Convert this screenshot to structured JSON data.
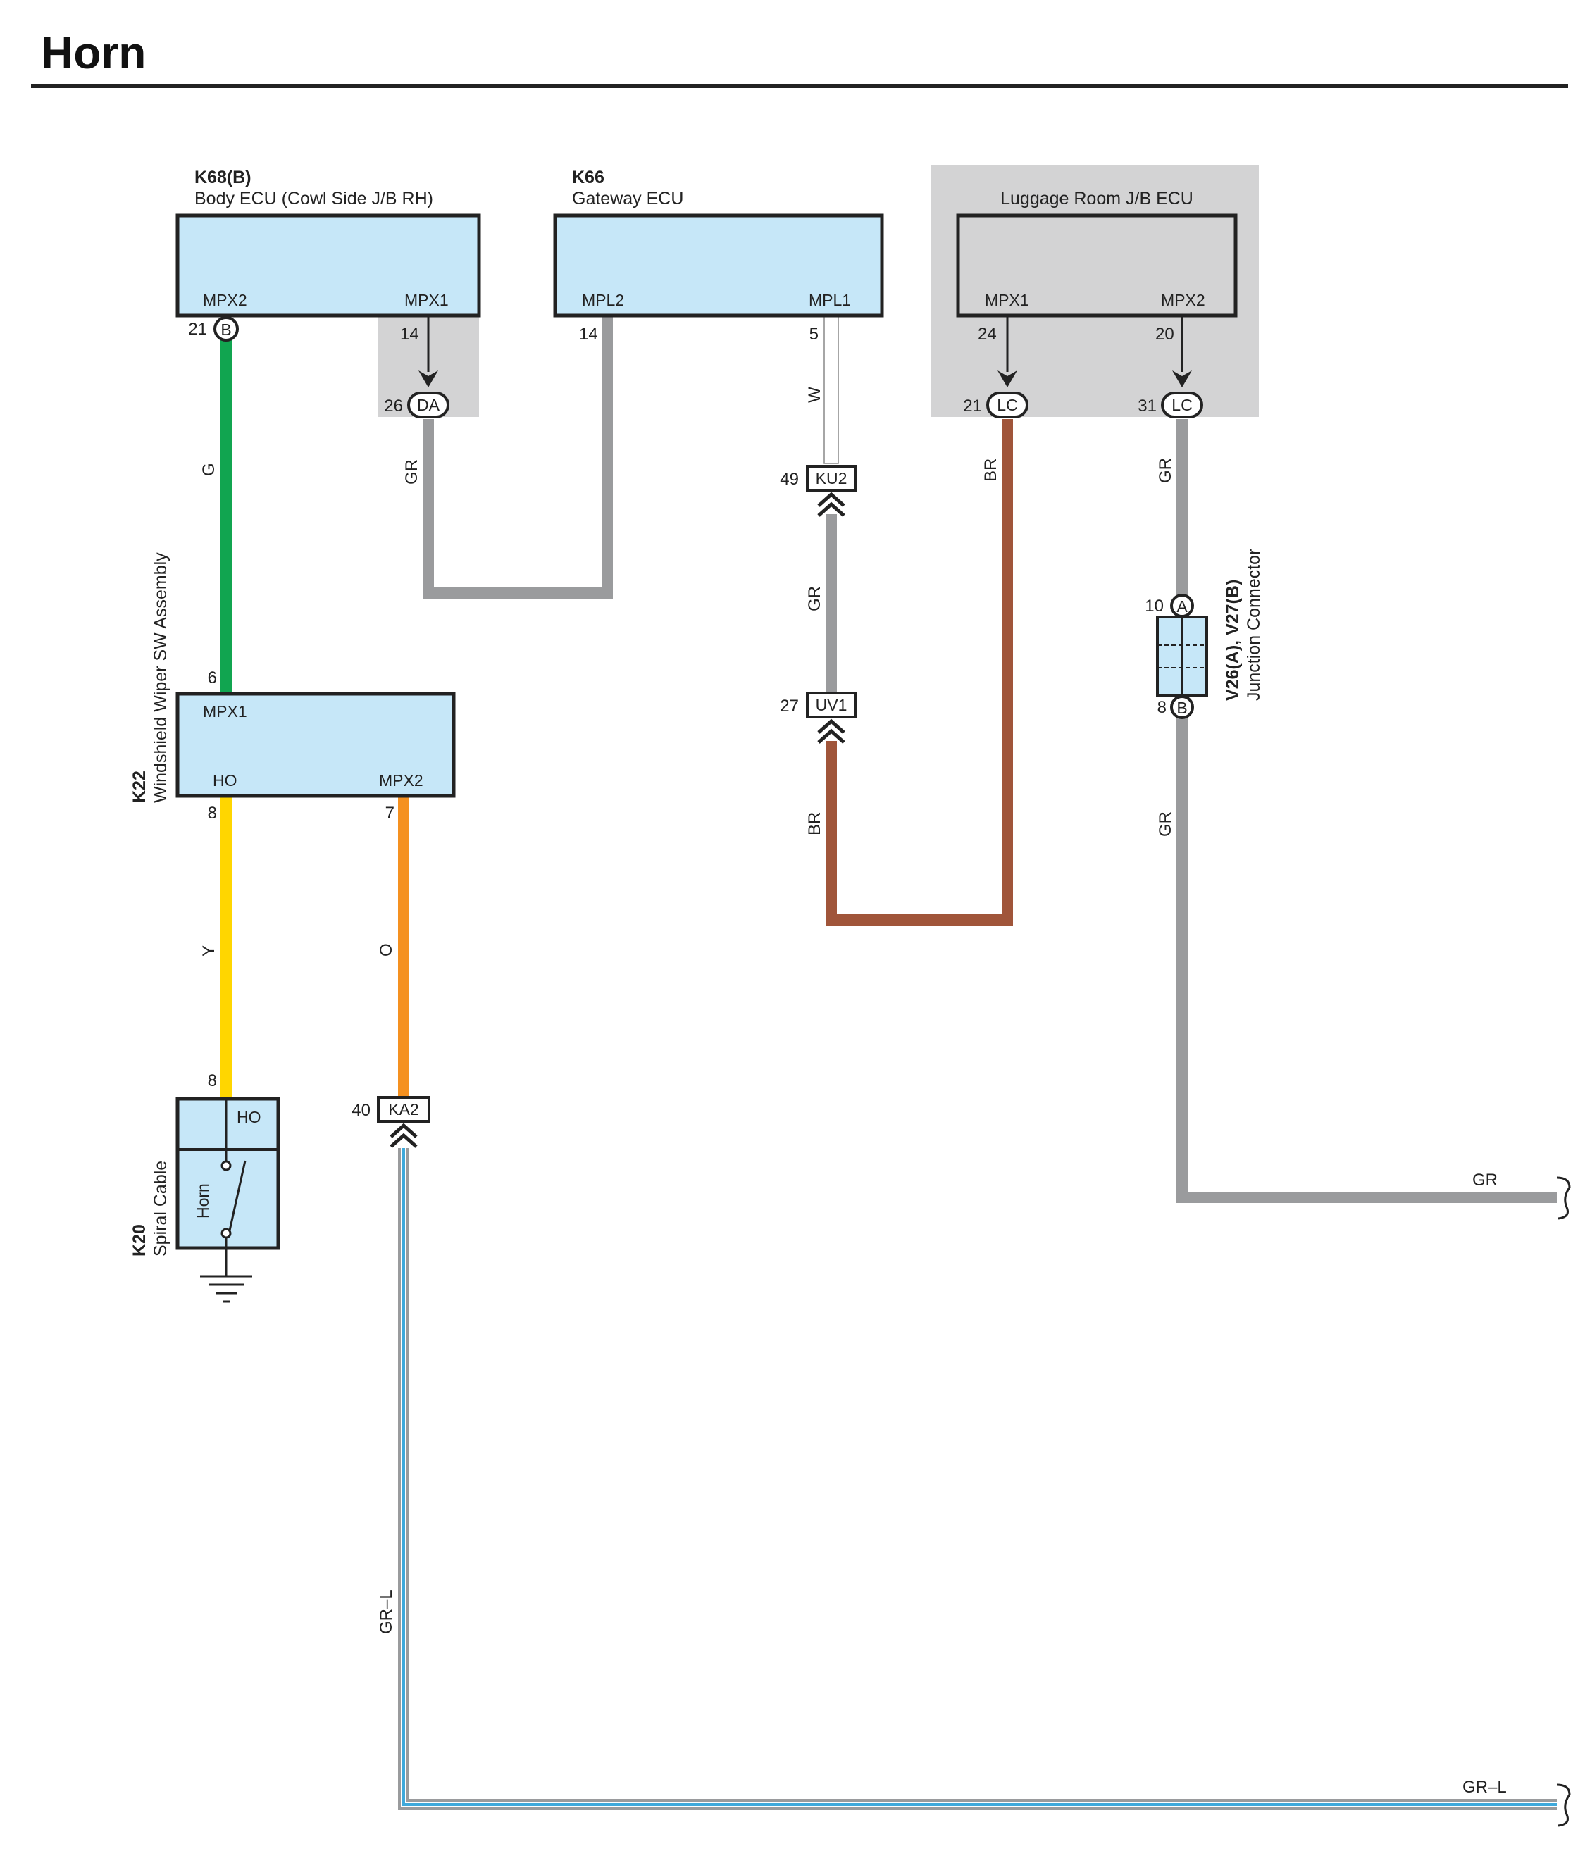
{
  "title": "Horn",
  "colors": {
    "G": "#11a550",
    "GR": "#9a9b9d",
    "Y": "#ffd600",
    "O": "#f59120",
    "BR": "#a0553a",
    "W": "#ffffff",
    "L": "#3fa9db",
    "ecu_fill": "#c6e7f8",
    "shade": "#d3d3d4"
  },
  "components": {
    "body_ecu": {
      "code": "K68(B)",
      "name": "Body ECU (Cowl Side J/B RH)",
      "terminals": [
        "MPX2",
        "MPX1"
      ],
      "pins": [
        "21",
        "14"
      ],
      "pin_connector": "B"
    },
    "gateway_ecu": {
      "code": "K66",
      "name": "Gateway ECU",
      "terminals": [
        "MPL2",
        "MPL1"
      ],
      "pins": [
        "14",
        "5"
      ]
    },
    "luggage_ecu": {
      "name": "Luggage Room J/B ECU",
      "terminals": [
        "MPX1",
        "MPX2"
      ],
      "pins": [
        "24",
        "20"
      ]
    },
    "wiper_sw": {
      "code": "K22",
      "name": "Windshield Wiper SW Assembly",
      "terminals": [
        "MPX1",
        "HO",
        "MPX2"
      ],
      "pins": [
        "6",
        "8",
        "7"
      ]
    },
    "spiral_cable": {
      "code": "K20",
      "name": "Spiral Cable",
      "terminal": "HO",
      "pin": "8",
      "switch_label": "Horn"
    },
    "junction": {
      "code": "V26(A), V27(B)",
      "name": "Junction Connector",
      "pins": [
        "10",
        "8"
      ],
      "letters": [
        "A",
        "B"
      ]
    }
  },
  "connectors": {
    "da": {
      "label": "DA",
      "pin": "26"
    },
    "lc1": {
      "label": "LC",
      "pin": "21"
    },
    "lc2": {
      "label": "LC",
      "pin": "31"
    },
    "ku2": {
      "label": "KU2",
      "pin": "49"
    },
    "uv1": {
      "label": "UV1",
      "pin": "27"
    },
    "ka2": {
      "label": "KA2",
      "pin": "40"
    }
  },
  "wire_labels": {
    "g": "G",
    "gr_da": "GR",
    "w": "W",
    "gr_ku": "GR",
    "br_uv": "BR",
    "br_lc": "BR",
    "gr_lc": "GR",
    "gr_jc": "GR",
    "y": "Y",
    "o": "O",
    "grl": "GR–L",
    "gr_out": "GR",
    "grl_out": "GR–L"
  }
}
